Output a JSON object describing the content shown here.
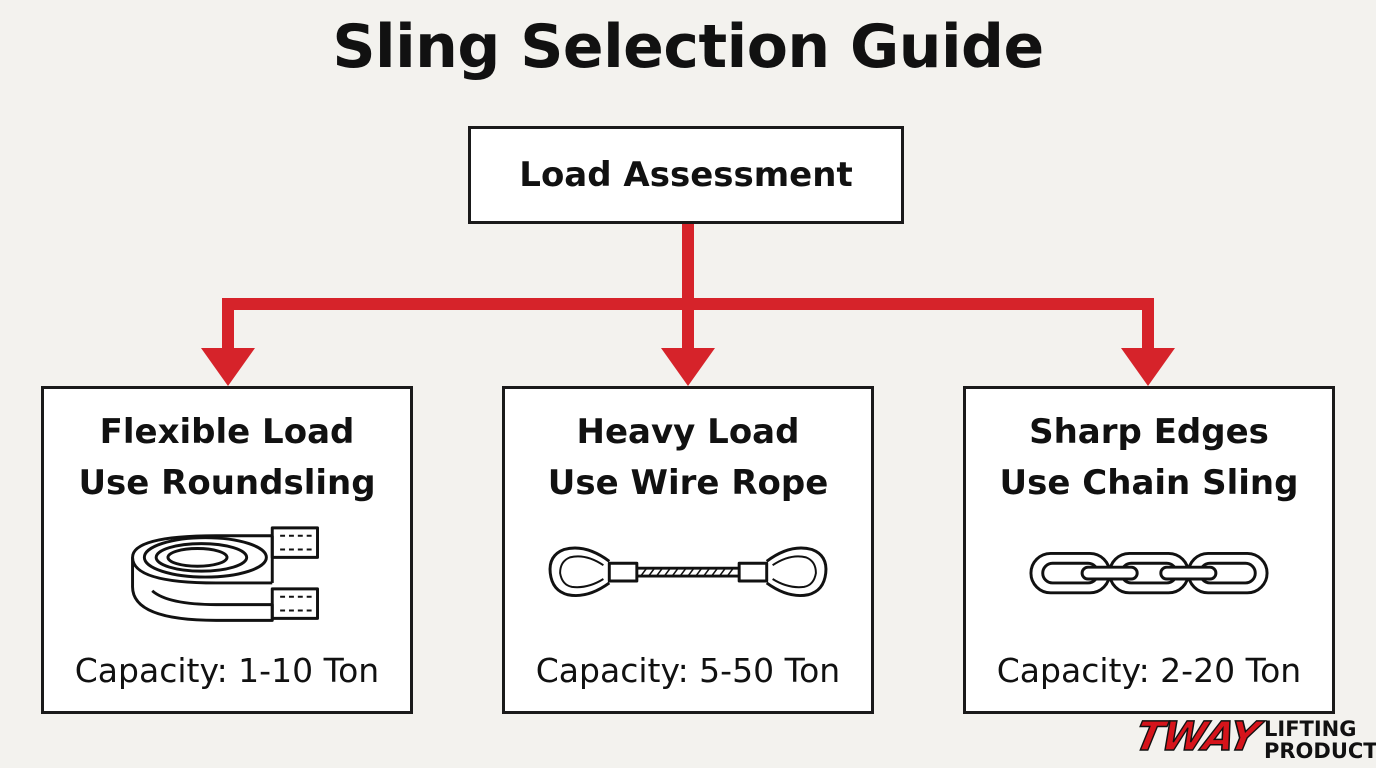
{
  "title": "Sling Selection Guide",
  "root": {
    "label": "Load Assessment"
  },
  "branches": [
    {
      "line1": "Flexible Load",
      "line2": "Use Roundsling",
      "capacity": "Capacity: 1-10 Ton",
      "icon": "roundsling-icon"
    },
    {
      "line1": "Heavy Load",
      "line2": "Use Wire Rope",
      "capacity": "Capacity: 5-50 Ton",
      "icon": "wire-rope-icon"
    },
    {
      "line1": "Sharp Edges",
      "line2": "Use Chain Sling",
      "capacity": "Capacity: 2-20 Ton",
      "icon": "chain-sling-icon"
    }
  ],
  "logo": {
    "brand": "TWAY",
    "line1": "LIFTING",
    "line2": "PRODUCTS"
  },
  "colors": {
    "connector": "#d6232a",
    "border": "#1a1a1a",
    "background": "#f3f2ee"
  }
}
